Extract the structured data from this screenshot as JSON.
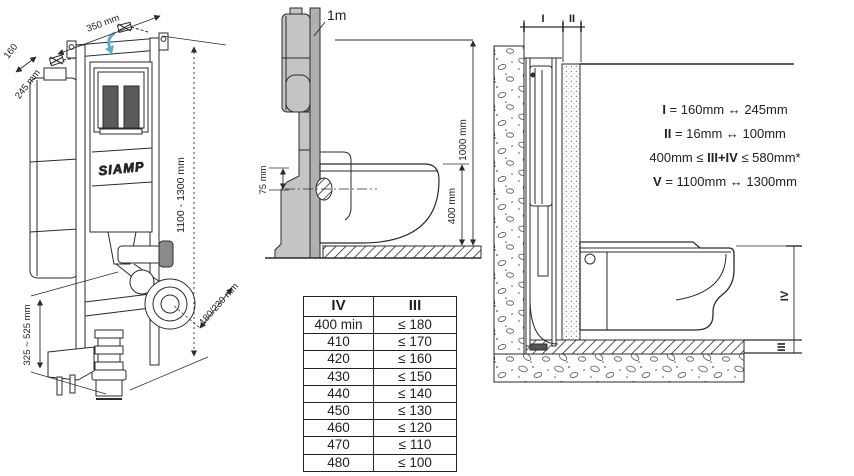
{
  "colors": {
    "line": "#2b2b2b",
    "wall_gray": "#b0b0b0",
    "fixture_gray": "#c4c4c4",
    "accent_blue": "#5ea7cf"
  },
  "front_view": {
    "brand": "SIAMP",
    "dim_width": "350 mm",
    "dim_depth_min": "160",
    "dim_depth_max": "245 mm",
    "dim_height": "1100 - 1300 mm",
    "dim_outlet_depth": "180/230 mm",
    "dim_outlet_height": "325 ~ 525 mm"
  },
  "side_view": {
    "dim_top": "1m",
    "dim_inlet": "75 mm",
    "dim_total": "1000 mm",
    "dim_rim": "400 mm"
  },
  "section_view": {
    "label_I": "I",
    "label_II": "II",
    "label_III": "III",
    "label_IV": "IV",
    "legend": [
      {
        "pre": "",
        "sym": "I",
        "post": " = 160mm ↔ 245mm"
      },
      {
        "pre": "",
        "sym": "II",
        "post": " = 16mm ↔ 100mm"
      },
      {
        "pre": "400mm ≤ ",
        "sym": "III+IV",
        "post": " ≤ 580mm*"
      },
      {
        "pre": "",
        "sym": "V",
        "post": " = 1100mm ↔ 1300mm"
      }
    ]
  },
  "table": {
    "headers": [
      "IV",
      "III"
    ],
    "rows": [
      [
        "400 min",
        "≤ 180"
      ],
      [
        "410",
        "≤ 170"
      ],
      [
        "420",
        "≤ 160"
      ],
      [
        "430",
        "≤ 150"
      ],
      [
        "440",
        "≤ 140"
      ],
      [
        "450",
        "≤ 130"
      ],
      [
        "460",
        "≤ 120"
      ],
      [
        "470",
        "≤ 110"
      ],
      [
        "480",
        "≤ 100"
      ]
    ]
  }
}
